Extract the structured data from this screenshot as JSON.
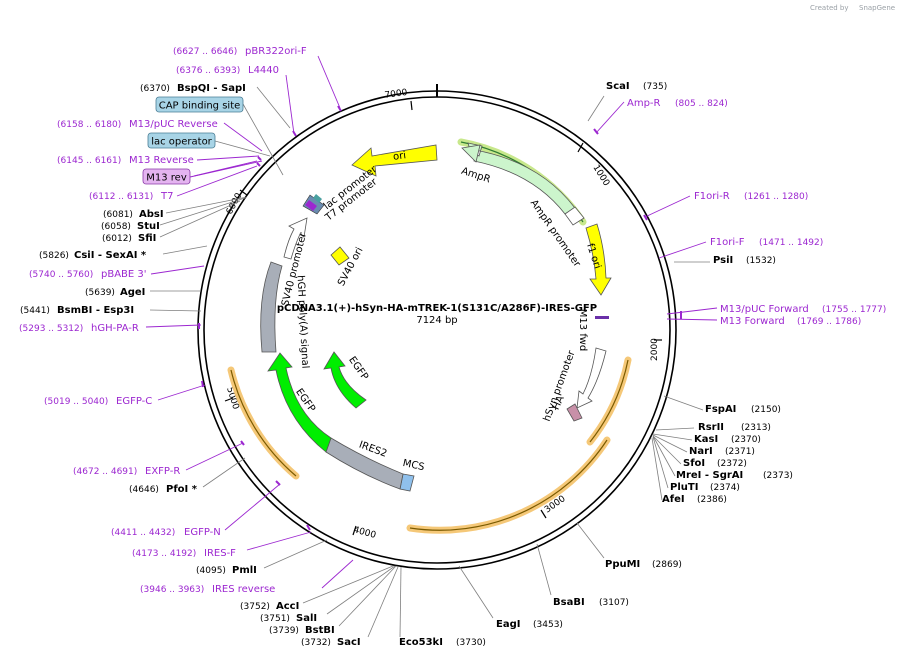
{
  "credit": {
    "prefix": "Created by",
    "brand": "SnapGene"
  },
  "map": {
    "title": "pCDNA3.1(+)-hSyn-HA-mTREK-1(S131C/A286F)-IRES-GFP",
    "length": "7124 bp"
  },
  "ticks": [
    "1000",
    "2000",
    "3000",
    "4000",
    "5000",
    "6000",
    "7000"
  ],
  "sites": [
    {
      "name": "ScaI",
      "pos": "(735)"
    },
    {
      "name": "PsiI",
      "pos": "(1532)"
    },
    {
      "name": "FspAI",
      "pos": "(2150)"
    },
    {
      "name": "RsrII",
      "pos": "(2313)"
    },
    {
      "name": "KasI",
      "pos": "(2370)"
    },
    {
      "name": "NarI",
      "pos": "(2371)"
    },
    {
      "name": "SfoI",
      "pos": "(2372)"
    },
    {
      "name": "MreI - SgrAI",
      "pos": "(2373)"
    },
    {
      "name": "PluTI",
      "pos": "(2374)"
    },
    {
      "name": "AfeI",
      "pos": "(2386)"
    },
    {
      "name": "PpuMI",
      "pos": "(2869)"
    },
    {
      "name": "BsaBI",
      "pos": "(3107)"
    },
    {
      "name": "EagI",
      "pos": "(3453)"
    },
    {
      "name": "Eco53kI",
      "pos": "(3730)"
    },
    {
      "name": "SacI",
      "pos": "(3732)"
    },
    {
      "name": "BstBI",
      "pos": "(3739)"
    },
    {
      "name": "SalI",
      "pos": "(3751)"
    },
    {
      "name": "AccI",
      "pos": "(3752)"
    },
    {
      "name": "PmlI",
      "pos": "(4095)"
    },
    {
      "name": "PfoI *",
      "pos": "(4646)"
    },
    {
      "name": "AgeI",
      "pos": "(5639)"
    },
    {
      "name": "BsmBI - Esp3I",
      "pos": "(5441)"
    },
    {
      "name": "CsiI - SexAI *",
      "pos": "(5826)"
    },
    {
      "name": "SfiI",
      "pos": "(6012)"
    },
    {
      "name": "StuI",
      "pos": "(6058)"
    },
    {
      "name": "AbsI",
      "pos": "(6081)"
    },
    {
      "name": "BspQI - SapI",
      "pos": "(6370)"
    }
  ],
  "primers": [
    {
      "name": "Amp-R",
      "pos": "(805 .. 824)"
    },
    {
      "name": "F1ori-R",
      "pos": "(1261 .. 1280)"
    },
    {
      "name": "F1ori-F",
      "pos": "(1471 .. 1492)"
    },
    {
      "name": "M13/pUC Forward",
      "pos": "(1755 .. 1777)"
    },
    {
      "name": "M13 Forward",
      "pos": "(1769 .. 1786)"
    },
    {
      "name": "IRES reverse",
      "pos": "(3946 .. 3963)"
    },
    {
      "name": "IRES-F",
      "pos": "(4173 .. 4192)"
    },
    {
      "name": "EGFP-N",
      "pos": "(4411 .. 4432)"
    },
    {
      "name": "EXFP-R",
      "pos": "(4672 .. 4691)"
    },
    {
      "name": "EGFP-C",
      "pos": "(5019 .. 5040)"
    },
    {
      "name": "hGH-PA-R",
      "pos": "(5293 .. 5312)"
    },
    {
      "name": "pBABE 3'",
      "pos": "(5740 .. 5760)"
    },
    {
      "name": "T7",
      "pos": "(6112 .. 6131)"
    },
    {
      "name": "M13 Reverse",
      "pos": "(6145 .. 6161)"
    },
    {
      "name": "M13/pUC Reverse",
      "pos": "(6158 .. 6180)"
    },
    {
      "name": "L4440",
      "pos": "(6376 .. 6393)"
    },
    {
      "name": "pBR322ori-F",
      "pos": "(6627 .. 6646)"
    }
  ],
  "boxed_labels": [
    "CAP binding site",
    "lac operator",
    "M13 rev"
  ],
  "features": [
    "ori",
    "AmpR",
    "AmpR promoter",
    "f1 ori",
    "M13 fwd",
    "hSyn promoter",
    "HA",
    "MCS",
    "IRES2",
    "EGFP",
    "EGFP",
    "hGH poly(A) signal",
    "SV40 promoter",
    "SV40 ori",
    "lac promoter",
    "T7 promoter"
  ],
  "colors": {
    "ori": "#ffff00",
    "ampr": "#ccf5cc",
    "f1ori": "#ffff00",
    "egfp": "#00ee00",
    "ires": "#a8aeb8",
    "mcs": "#8fc0ec",
    "ha": "#c890a8",
    "primer": "#9c27d0",
    "orf_highlight": "#f5c878",
    "cap_box": "#a8d4e6",
    "m13rev_box": "#e4b4f0"
  }
}
